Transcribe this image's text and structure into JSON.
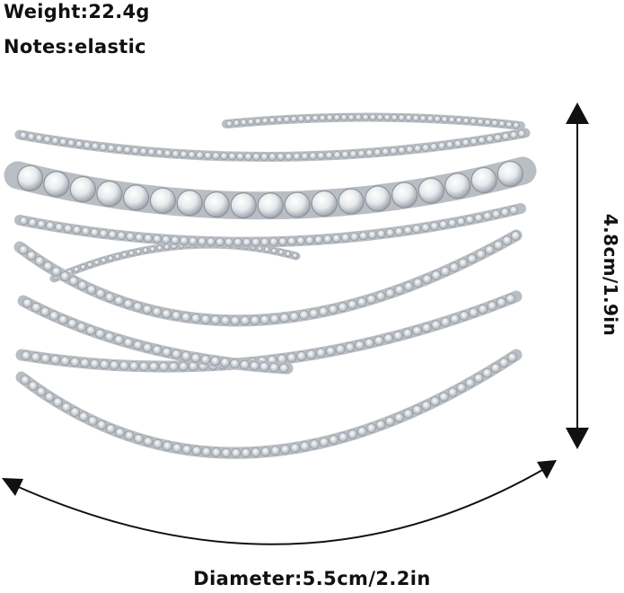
{
  "specs": {
    "weight": "Weight:22.4g",
    "notes": "Notes:elastic"
  },
  "dimensions": {
    "height": "4.8cm/1.9in",
    "diameter": "Diameter:5.5cm/2.2in"
  },
  "colors": {
    "text": "#111111",
    "metal": "#b9bec4",
    "stone": "#f3f5f7",
    "background": "#ffffff"
  }
}
